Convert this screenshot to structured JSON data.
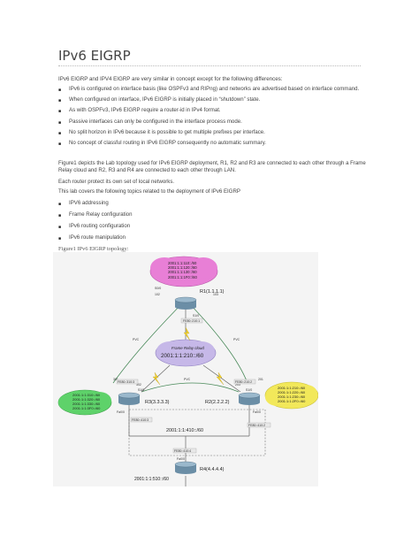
{
  "title": "IPv6 EIGRP",
  "intro": "IPv6 EIGRP and IPV4 EIGRP are very similar in concept except for the following differences:",
  "differences": [
    "IPv6 is configured on interface basis (like OSPFv3 and RIPng) and networks are advertised based on interface command.",
    "When configured on interface, IPv6 EIGRP is initially placed in “shutdown” state.",
    "As with OSPFv3, IPv6 EIGRP require a router-id in IPv4 format.",
    "Passive interfaces can only be configured in the interface process mode.",
    "No split horizon in IPv6 because it is possible to get multiple prefixes per interface.",
    "No concept of classful routing in IPv6 EIGRP consequently no automatic summary."
  ],
  "para1": "Figure1 depicts the Lab topology used for IPv6 EIGRP deployment, R1, R2 and R3 are connected to each other through a Frame Relay cloud and R2, R3 and R4 are connected to each other through LAN.",
  "para2": "Each router protect its own set of local networks.",
  "para3": "This lab covers the following topics related to the deployment of IPv6 EIGRP",
  "topics": [
    "IPV6 addressing",
    "Frame Relay configuration",
    "IPv6 routing configuration",
    "IPv6 route manipulation"
  ],
  "figure_caption": "Figure1 IPv6 EIGRP topology:",
  "diagram": {
    "r1_label": "R1(1.1.1.1)",
    "r2_label": "R2(2.2.2.2)",
    "r3_label": "R3(3.3.3.3)",
    "r4_label": "R4(4.4.4.4)",
    "r1_cloud": [
      "2001:1:1:110::/60",
      "2001:1:1:120::/60",
      "2001:1:1:130::/60",
      "2001:1:1:1F0::/60"
    ],
    "r3_cloud": [
      "2001:1:1:310::/60",
      "2001:1:1:320::/60",
      "2001:1:1:330::/60",
      "2001:1:1:3F0::/60"
    ],
    "r2_cloud": [
      "2001:1:1:210::/60",
      "2001:1:1:220::/60",
      "2001:1:1:230::/60",
      "2001:1:1:2F0::/60"
    ],
    "fr_cloud_title": "Frame Relay cloud",
    "fr_cloud_prefix": "2001:1:1:210::/60",
    "lan_prefix": "2001:1:1:410::/60",
    "r4_prefix": "2001:1:1:510::/60",
    "pvc": "PVC",
    "s10": "S1/0",
    "s00": "S0/0",
    "fa00": "Fa0/0",
    "r1_fe80": "FE80::210:1",
    "r3_fe80": "FE80::310:3",
    "r3_fe80_lan": "FE80::410:3",
    "r2_fe80": "FE80::210:2",
    "r2_fe80_lan": "FE80::410:2",
    "r4_fe80": "FE80::410:4",
    "dlci_102": "102",
    "dlci_103": "103",
    "dlci_201": "201",
    "dlci_203": "203",
    "dlci_301": "301",
    "dlci_302": "302"
  }
}
